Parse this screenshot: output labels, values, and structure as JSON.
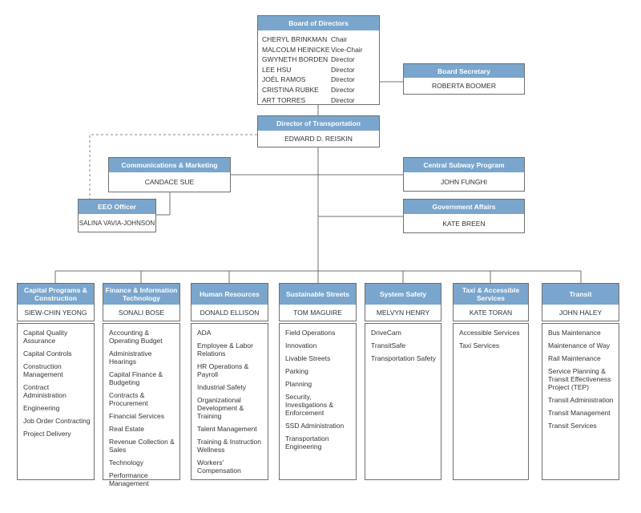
{
  "board": {
    "title": "Board of Directors",
    "members": [
      {
        "name": "CHERYL BRINKMAN",
        "role": "Chair"
      },
      {
        "name": "MALCOLM HEINICKE",
        "role": "Vice-Chair"
      },
      {
        "name": "GWYNETH BORDEN",
        "role": "Director"
      },
      {
        "name": "LEE HSU",
        "role": "Director"
      },
      {
        "name": "JOÉL RAMOS",
        "role": "Director"
      },
      {
        "name": "CRISTINA RUBKE",
        "role": "Director"
      },
      {
        "name": "ART TORRES",
        "role": "Director"
      }
    ]
  },
  "secretary": {
    "title": "Board Secretary",
    "name": "ROBERTA BOOMER"
  },
  "director": {
    "title": "Director of Transportation",
    "name": "EDWARD D. REISKIN"
  },
  "comms": {
    "title": "Communications & Marketing",
    "name": "CANDACE SUE"
  },
  "subway": {
    "title": "Central Subway Program",
    "name": "JOHN FUNGHI"
  },
  "eeo": {
    "title": "EEO Officer",
    "name": "SALINA VAVIA-JOHNSON"
  },
  "gov": {
    "title": "Government Affairs",
    "name": "KATE BREEN"
  },
  "divisions": [
    {
      "title": "Capital Programs & Construction",
      "name": "SIEW-CHIN YEONG",
      "items": [
        "Capital Quality Assurance",
        "Capital Controls",
        "Construction Management",
        "Contract Administration",
        "Engineering",
        "Job Order Contracting",
        "Project Delivery"
      ]
    },
    {
      "title": "Finance & Information Technology",
      "name": "SONALI BOSE",
      "items": [
        "Accounting & Operating Budget",
        "Administrative Hearings",
        "Capital Finance & Budgeting",
        "Contracts & Procurement",
        "Financial Services",
        "Real Estate",
        "Revenue Collection & Sales",
        "Technology",
        "Performance Management"
      ]
    },
    {
      "title": "Human Resources",
      "name": "DONALD ELLISON",
      "items": [
        "ADA",
        "Employee & Labor Relations",
        "HR Operations & Payroll",
        "Industrial Safety",
        "Organizational Development & Training",
        "Talent Management",
        "Training & Instruction Wellness",
        "Workers' Compensation"
      ]
    },
    {
      "title": "Sustainable Streets",
      "name": "TOM MAGUIRE",
      "items": [
        "Field Operations",
        "Innovation",
        "Livable Streets",
        "Parking",
        "Planning",
        "Security, Investigations & Enforcement",
        "SSD Administration",
        "Transportation Engineering"
      ]
    },
    {
      "title": "System Safety",
      "name": "MELVYN HENRY",
      "items": [
        "DriveCam",
        "TransitSafe",
        "Transportation Safety"
      ]
    },
    {
      "title": "Taxi & Accessible Services",
      "name": "KATE TORAN",
      "items": [
        "Accessible Services",
        "Taxi Services"
      ]
    },
    {
      "title": "Transit",
      "name": "JOHN HALEY",
      "items": [
        "Bus Maintenance",
        "Maintenance of Way",
        "Rail Maintenance",
        "Service Planning & Transit Effectiveness Project (TEP)",
        "Transit Administration",
        "Transit Management",
        "Transit Services"
      ]
    }
  ]
}
